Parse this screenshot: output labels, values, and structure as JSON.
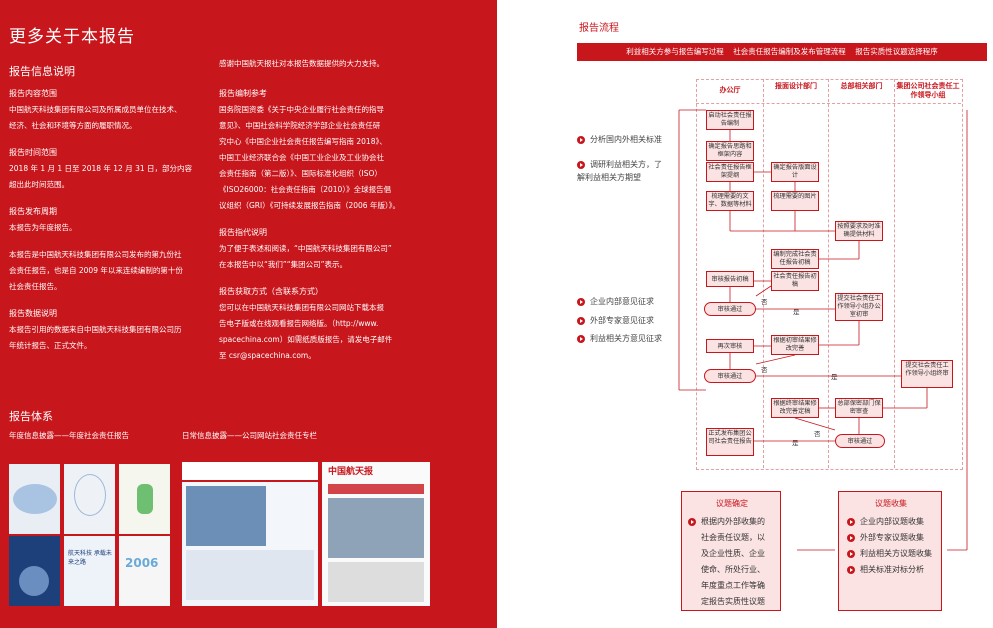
{
  "left": {
    "title": "更多关于本报告",
    "info_heading": "报告信息说明",
    "col1": [
      {
        "h": "报告内容范围",
        "lines": [
          "中国航天科技集团有限公司及所属成员单位在技术、",
          "经济、社会和环境等方面的履职情况。"
        ]
      },
      {
        "h": "报告时间范围",
        "lines": [
          "2018 年 1 月 1 日至 2018 年 12 月 31 日，部分内容",
          "超出此时间范围。"
        ]
      },
      {
        "h": "报告发布周期",
        "lines": [
          "本报告为年度报告。"
        ]
      },
      {
        "h": "",
        "lines": [
          "本报告是中国航天科技集团有限公司发布的第九份社",
          "会责任报告，也是自 2009 年以来连续编制的第十份",
          "社会责任报告。"
        ]
      },
      {
        "h": "报告数据说明",
        "lines": [
          "本报告引用的数据来自中国航天科技集团有限公司历",
          "年统计报告、正式文件。"
        ]
      }
    ],
    "col2_intro": "感谢中国航天报社对本报告数据提供的大力支持。",
    "col2": [
      {
        "h": "报告编制参考",
        "lines": [
          "国务院国资委《关于中央企业履行社会责任的指导",
          "意见》、中国社会科学院经济学部企业社会责任研",
          "究中心《中国企业社会责任报告编写指南 2018》、",
          "中国工业经济联合会《中国工业企业及工业协会社",
          "会责任指南（第二版）》、国际标准化组织（ISO）",
          "《ISO26000：社会责任指南（2010）》全球报告倡",
          "议组织（GRI）《可持续发展报告指南（2006 年版）》。"
        ]
      },
      {
        "h": "报告指代说明",
        "lines": [
          "为了便于表述和阅读，“中国航天科技集团有限公司”",
          "在本报告中以“我们”“集团公司”表示。"
        ]
      },
      {
        "h": "报告获取方式（含联系方式）",
        "lines": [
          "您可以在中国航天科技集团有限公司网站下载本报",
          "告电子版或在线观看报告网络版。（http://www.",
          "spacechina.com）如需纸质版报告，请发电子邮件",
          "至 csr@spacechina.com。"
        ]
      }
    ],
    "system_heading": "报告体系",
    "system_left": "年度信息披露——年度社会责任报告",
    "system_right": "日常信息披露——公司网站社会责任专栏",
    "thumb_texts": [
      "航天科技 承载未来之路",
      "2006",
      "中国航天报"
    ]
  },
  "right": {
    "title": "报告流程",
    "banner": "利益相关方参与报告编写过程    社会责任报告编制及发布管理流程    报告实质性议题选择程序",
    "columns": [
      "办公厅",
      "报面设计部门",
      "总部相关部门",
      "集团公司社会责任工作领导小组"
    ],
    "boxes": [
      "启动社会责任报告编制",
      "确定报告思路和框架内容",
      "社会责任报告框架提纲",
      "梳理需要的文字、数据等材料",
      "确定报告版面设计",
      "梳理需要的图片",
      "按照要求及时准确提供材料",
      "编制完成社会责任报告初稿",
      "社会责任报告初稿",
      "审核报告初稿",
      "审核通过",
      "提交社会责任工作领导小组办公室初审",
      "再次审核",
      "根据初审结果修改完善",
      "审核通过",
      "提交社会责任工作领导小组终审",
      "根据终审结果修改完善定稿",
      "总部保密部门保密审查",
      "正式发布集团公司社会责任报告",
      "审核通过"
    ],
    "flow_labels": {
      "no1": "否",
      "yes1": "是",
      "no2": "否",
      "yes2": "是",
      "no3": "否",
      "yes3": "是"
    },
    "side_items": [
      "分析国内外相关标准",
      "调研利益相关方，了解利益相关方期望",
      "企业内部意见征求",
      "外部专家意见征求",
      "利益相关方意见征求"
    ],
    "issue_confirm": {
      "title": "议题确定",
      "text": [
        "根据内外部收集的",
        "社会责任议题，以",
        "及企业性质、企业",
        "使命、所处行业、",
        "年度重点工作等确",
        "定报告实质性议题"
      ]
    },
    "issue_collect": {
      "title": "议题收集",
      "items": [
        "企业内部议题收集",
        "外部专家议题收集",
        "利益相关方议题收集",
        "相关标准对标分析"
      ]
    },
    "accent": "#c8161d"
  }
}
